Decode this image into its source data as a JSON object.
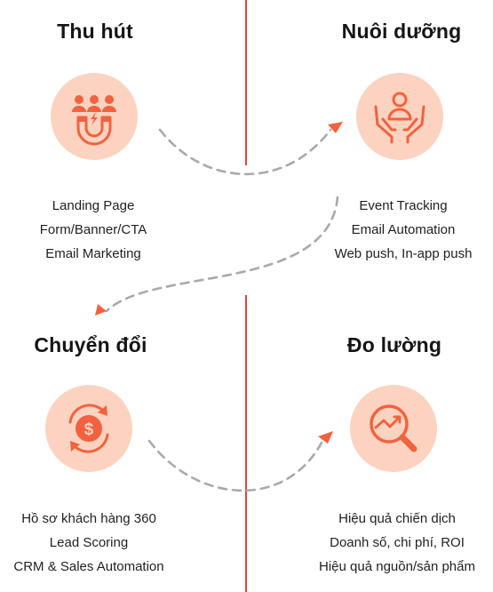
{
  "stages": [
    {
      "title": "Thu hút",
      "icon": "audience-magnet-icon",
      "items": [
        "Landing Page",
        "Form/Banner/CTA",
        "Email Marketing"
      ]
    },
    {
      "title": "Nuôi dưỡng",
      "icon": "hands-nurture-person-icon",
      "items": [
        "Event Tracking",
        "Email Automation",
        "Web push, In-app push"
      ]
    },
    {
      "title": "Chuyển đổi",
      "icon": "dollar-cycle-icon",
      "items": [
        "Hồ sơ khách hàng 360",
        "Lead Scoring",
        "CRM & Sales Automation"
      ]
    },
    {
      "title": "Đo lường",
      "icon": "trend-magnifier-icon",
      "items": [
        "Hiệu quả chiến dịch",
        "Doanh số, chi phí, ROI",
        "Hiệu quả nguồn/sản phẩm"
      ]
    }
  ],
  "colors": {
    "accent": "#f2623f",
    "circle_fill": "#fcd3c0",
    "divider": "#e3433f",
    "connector": "#a9a9a9"
  }
}
